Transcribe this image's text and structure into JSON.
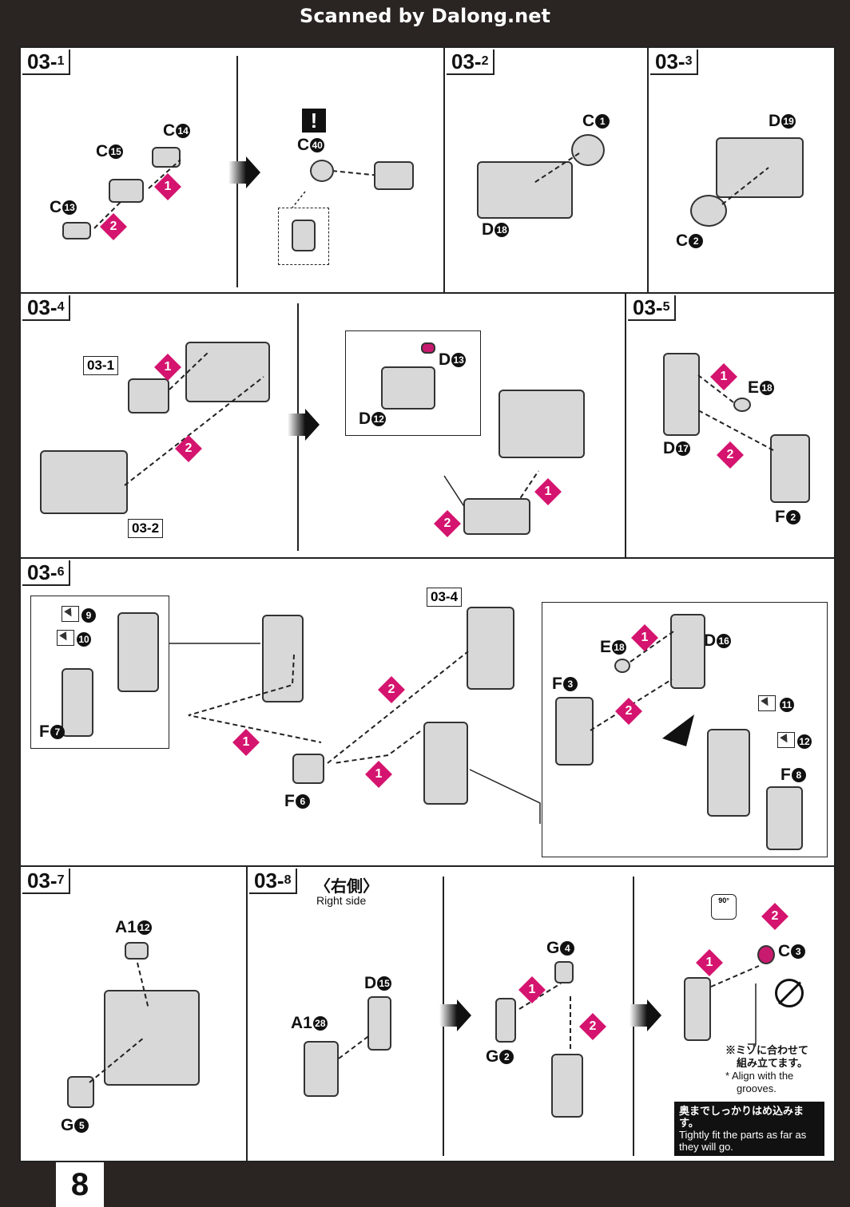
{
  "banner": "Scanned by Dalong.net",
  "page_number": "8",
  "steps": {
    "s1": {
      "main": "03-",
      "sub": "1"
    },
    "s2": {
      "main": "03-",
      "sub": "2"
    },
    "s3": {
      "main": "03-",
      "sub": "3"
    },
    "s4": {
      "main": "03-",
      "sub": "4"
    },
    "s5": {
      "main": "03-",
      "sub": "5"
    },
    "s6": {
      "main": "03-",
      "sub": "6"
    },
    "s7": {
      "main": "03-",
      "sub": "7"
    },
    "s8": {
      "main": "03-",
      "sub": "8"
    }
  },
  "right_side": {
    "jp": "〈右側〉",
    "en": "Right side"
  },
  "parts": {
    "c14": {
      "letter": "C",
      "num": "14"
    },
    "c15": {
      "letter": "C",
      "num": "15"
    },
    "c13": {
      "letter": "C",
      "num": "13"
    },
    "c40": {
      "letter": "C",
      "num": "40"
    },
    "c1": {
      "letter": "C",
      "num": "1"
    },
    "d18": {
      "letter": "D",
      "num": "18"
    },
    "d19": {
      "letter": "D",
      "num": "19"
    },
    "c2": {
      "letter": "C",
      "num": "2"
    },
    "d13": {
      "letter": "D",
      "num": "13"
    },
    "d12": {
      "letter": "D",
      "num": "12"
    },
    "e18a": {
      "letter": "E",
      "num": "18"
    },
    "d17": {
      "letter": "D",
      "num": "17"
    },
    "f2": {
      "letter": "F",
      "num": "2"
    },
    "f7": {
      "letter": "F",
      "num": "7"
    },
    "f6": {
      "letter": "F",
      "num": "6"
    },
    "e18b": {
      "letter": "E",
      "num": "18"
    },
    "d16": {
      "letter": "D",
      "num": "16"
    },
    "f3": {
      "letter": "F",
      "num": "3"
    },
    "f8": {
      "letter": "F",
      "num": "8"
    },
    "a112": {
      "letter": "A1",
      "num": "12"
    },
    "g5": {
      "letter": "G",
      "num": "5"
    },
    "d15": {
      "letter": "D",
      "num": "15"
    },
    "a128": {
      "letter": "A1",
      "num": "28"
    },
    "g4": {
      "letter": "G",
      "num": "4"
    },
    "g2": {
      "letter": "G",
      "num": "2"
    },
    "c3": {
      "letter": "C",
      "num": "3"
    }
  },
  "refs": {
    "r031": "03-1",
    "r032": "03-2",
    "r034": "03-4"
  },
  "stickers": {
    "s9": "9",
    "s10": "10",
    "s11": "11",
    "s12": "12"
  },
  "badges": {
    "one": "1",
    "two": "2"
  },
  "warning": "!",
  "rotate": "90°",
  "note_align": {
    "jp1": "※ミゾに合わせて",
    "jp2": "組み立てます。",
    "en1": "* Align with the",
    "en2": "grooves."
  },
  "note_fit": {
    "jp": "奥までしっかりはめ込みます。",
    "en1": "Tightly fit the parts as far as",
    "en2": "they will go."
  },
  "colors": {
    "accent": "#d4146e",
    "line": "#222222"
  }
}
